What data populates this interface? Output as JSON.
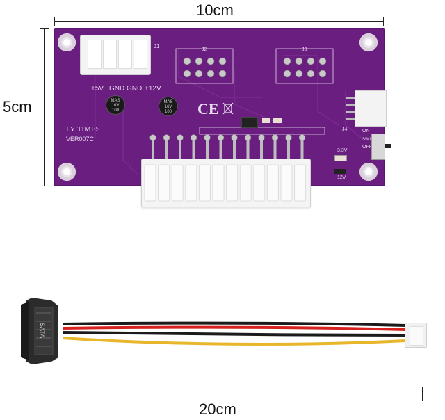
{
  "dimensions": {
    "top_width": "10cm",
    "left_height": "5cm",
    "bottom_width": "20cm"
  },
  "board": {
    "brand": "LY TIMES",
    "version": "VER007C",
    "molex_labels": [
      "+5V",
      "GND",
      "GND",
      "+12V"
    ],
    "cap_text": [
      "MAS",
      "16V",
      "100"
    ],
    "ce_mark": "CE",
    "j2": "J2",
    "j3": "J3",
    "on": "ON",
    "off": "OFF",
    "sw": "SW1",
    "v33": "3.3V",
    "v12": "12V",
    "j1": "J1",
    "j4": "J4"
  },
  "cable": {
    "connector_text": "SATA"
  },
  "colors": {
    "pcb": "#6a1f80",
    "pcb_dark": "#4a0f5c",
    "connector": "#f3f3f3",
    "wire_red": "#d6231f",
    "wire_black": "#1b1b1b",
    "wire_yellow": "#e8b62a"
  }
}
